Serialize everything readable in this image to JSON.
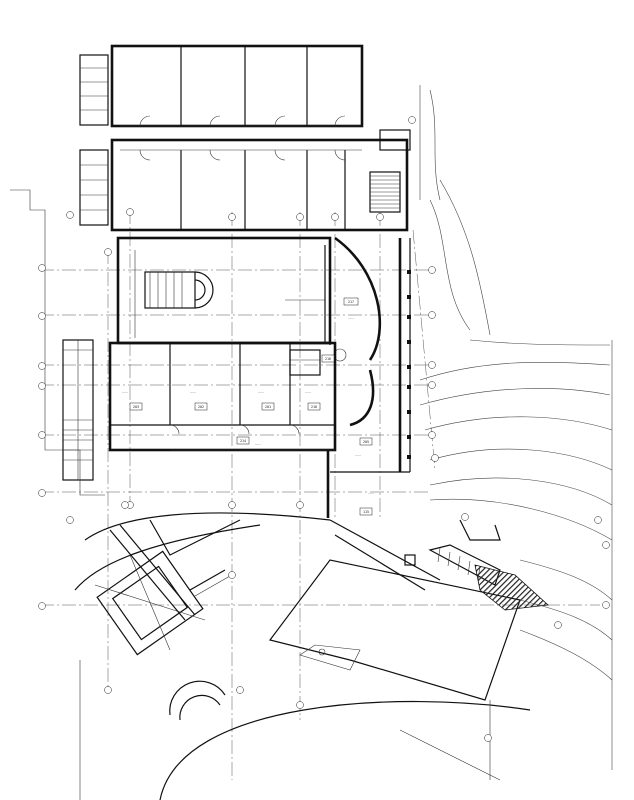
{
  "drawing": {
    "room_tags": [
      "217",
      "203",
      "202",
      "201",
      "218",
      "214",
      "205",
      "216",
      "115"
    ],
    "area_notes": [
      "___",
      "___",
      "___",
      "___",
      "___",
      "___",
      "___",
      "___"
    ],
    "grid_bubbles": 36
  },
  "colors": {
    "line": "#111111",
    "hatch": "#222222",
    "paper": "#ffffff"
  }
}
